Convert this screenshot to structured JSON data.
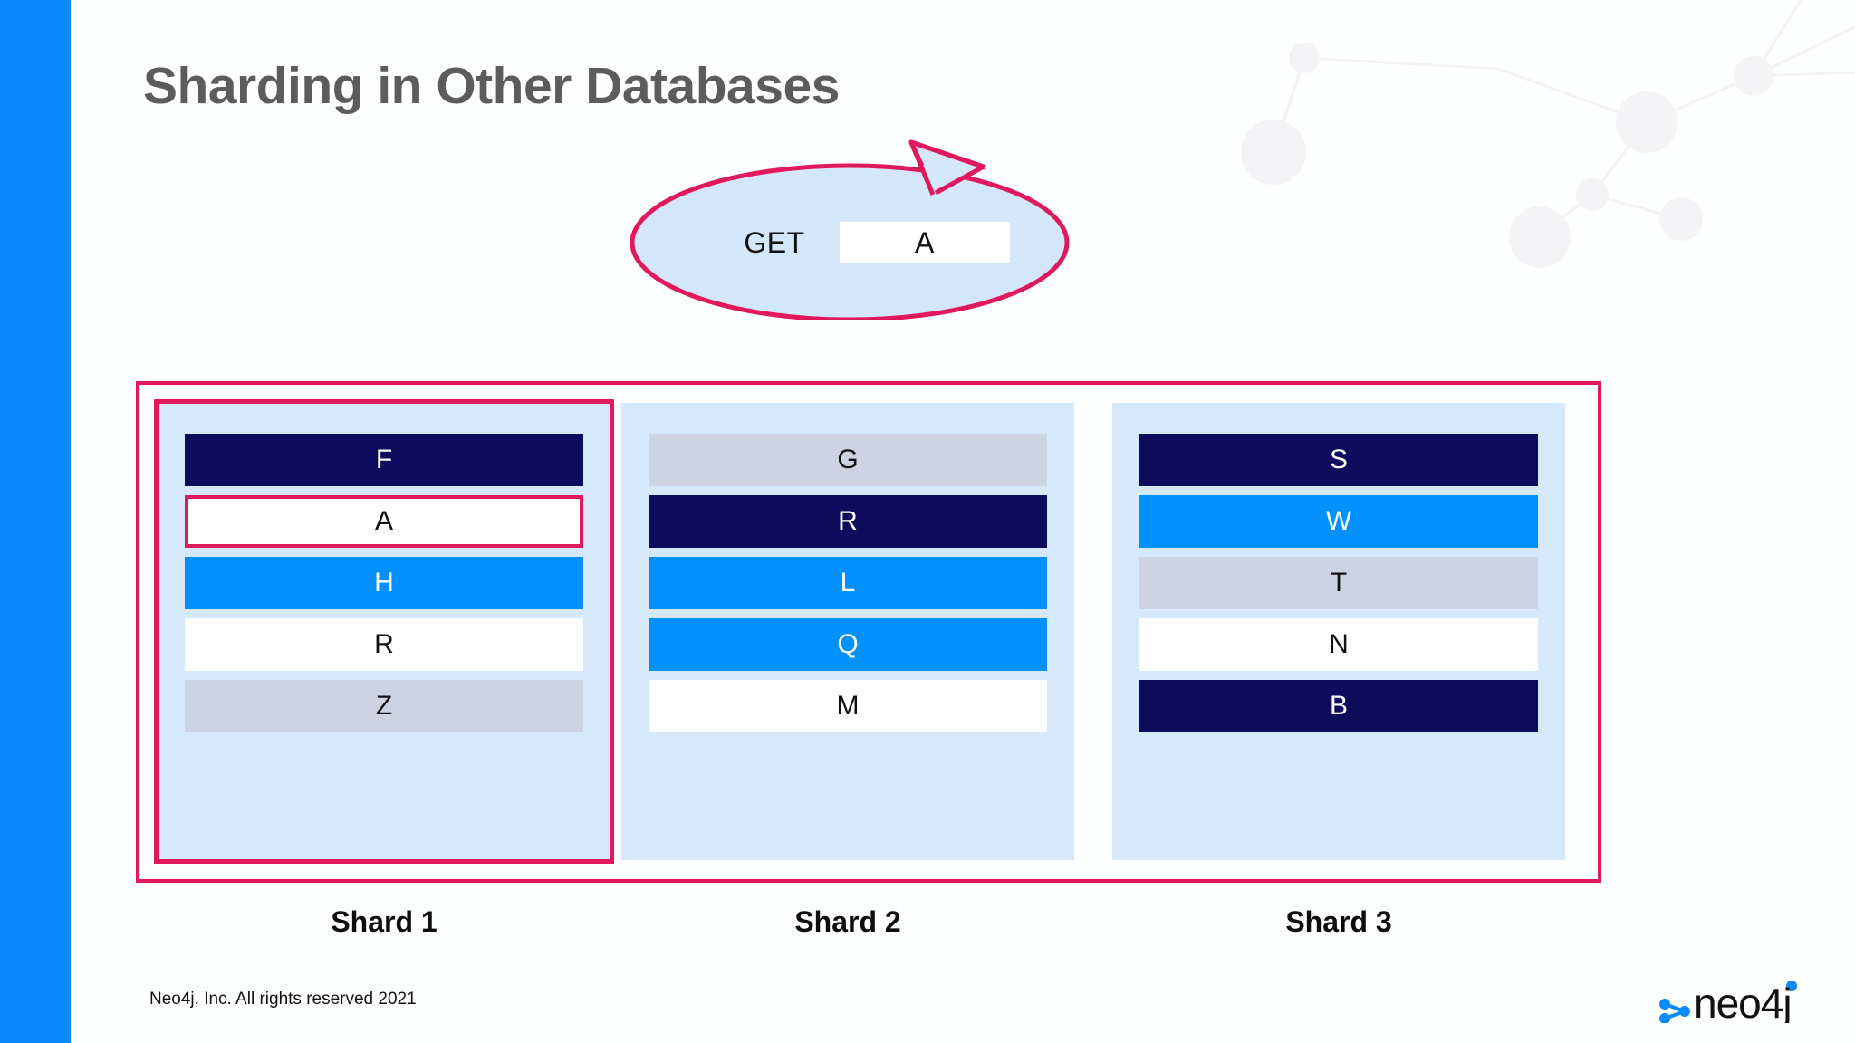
{
  "slide": {
    "title": "Sharding in Other Databases",
    "accent_stripe_color": "#0a8bfd",
    "background_color": "#fdfefe",
    "title_color": "#5c5c5c"
  },
  "request_bubble": {
    "verb": "GET",
    "key": "A",
    "fill_color": "#d3e6fa",
    "border_color": "#e0195c"
  },
  "colors": {
    "crimson": "#e0195c",
    "navy": "#0d0b5b",
    "bright_blue": "#0091ff",
    "gray": "#ccd4e4",
    "white": "#ffffff",
    "panel_bg": "#d6e8fc"
  },
  "shards": [
    {
      "label": "Shard 1",
      "highlighted": true,
      "rows": [
        {
          "key": "F",
          "style": "navy",
          "highlighted": false
        },
        {
          "key": "A",
          "style": "white",
          "highlighted": true
        },
        {
          "key": "H",
          "style": "blue",
          "highlighted": false
        },
        {
          "key": "R",
          "style": "white",
          "highlighted": false
        },
        {
          "key": "Z",
          "style": "gray",
          "highlighted": false
        }
      ]
    },
    {
      "label": "Shard 2",
      "highlighted": false,
      "rows": [
        {
          "key": "G",
          "style": "gray",
          "highlighted": false
        },
        {
          "key": "R",
          "style": "navy",
          "highlighted": false
        },
        {
          "key": "L",
          "style": "blue",
          "highlighted": false
        },
        {
          "key": "Q",
          "style": "blue",
          "highlighted": false
        },
        {
          "key": "M",
          "style": "white",
          "highlighted": false
        }
      ]
    },
    {
      "label": "Shard 3",
      "highlighted": false,
      "rows": [
        {
          "key": "S",
          "style": "navy",
          "highlighted": false
        },
        {
          "key": "W",
          "style": "blue",
          "highlighted": false
        },
        {
          "key": "T",
          "style": "gray",
          "highlighted": false
        },
        {
          "key": "N",
          "style": "white",
          "highlighted": false
        },
        {
          "key": "B",
          "style": "navy",
          "highlighted": false
        }
      ]
    }
  ],
  "footer": {
    "copyright": "Neo4j, Inc. All rights reserved 2021",
    "logo_text_primary": "neo",
    "logo_text_secondary": "4j"
  }
}
